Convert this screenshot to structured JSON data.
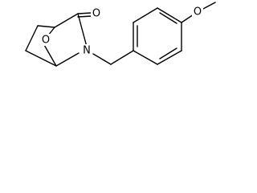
{
  "molecule": {
    "atoms": {
      "ring_oxygen": "O",
      "carbonyl_oxygen": "O",
      "amide_nitrogen": "N",
      "methoxy_oxygen": "O"
    },
    "colors": {
      "bond": "#000000",
      "label": "#000000",
      "background": "#ffffff"
    }
  }
}
